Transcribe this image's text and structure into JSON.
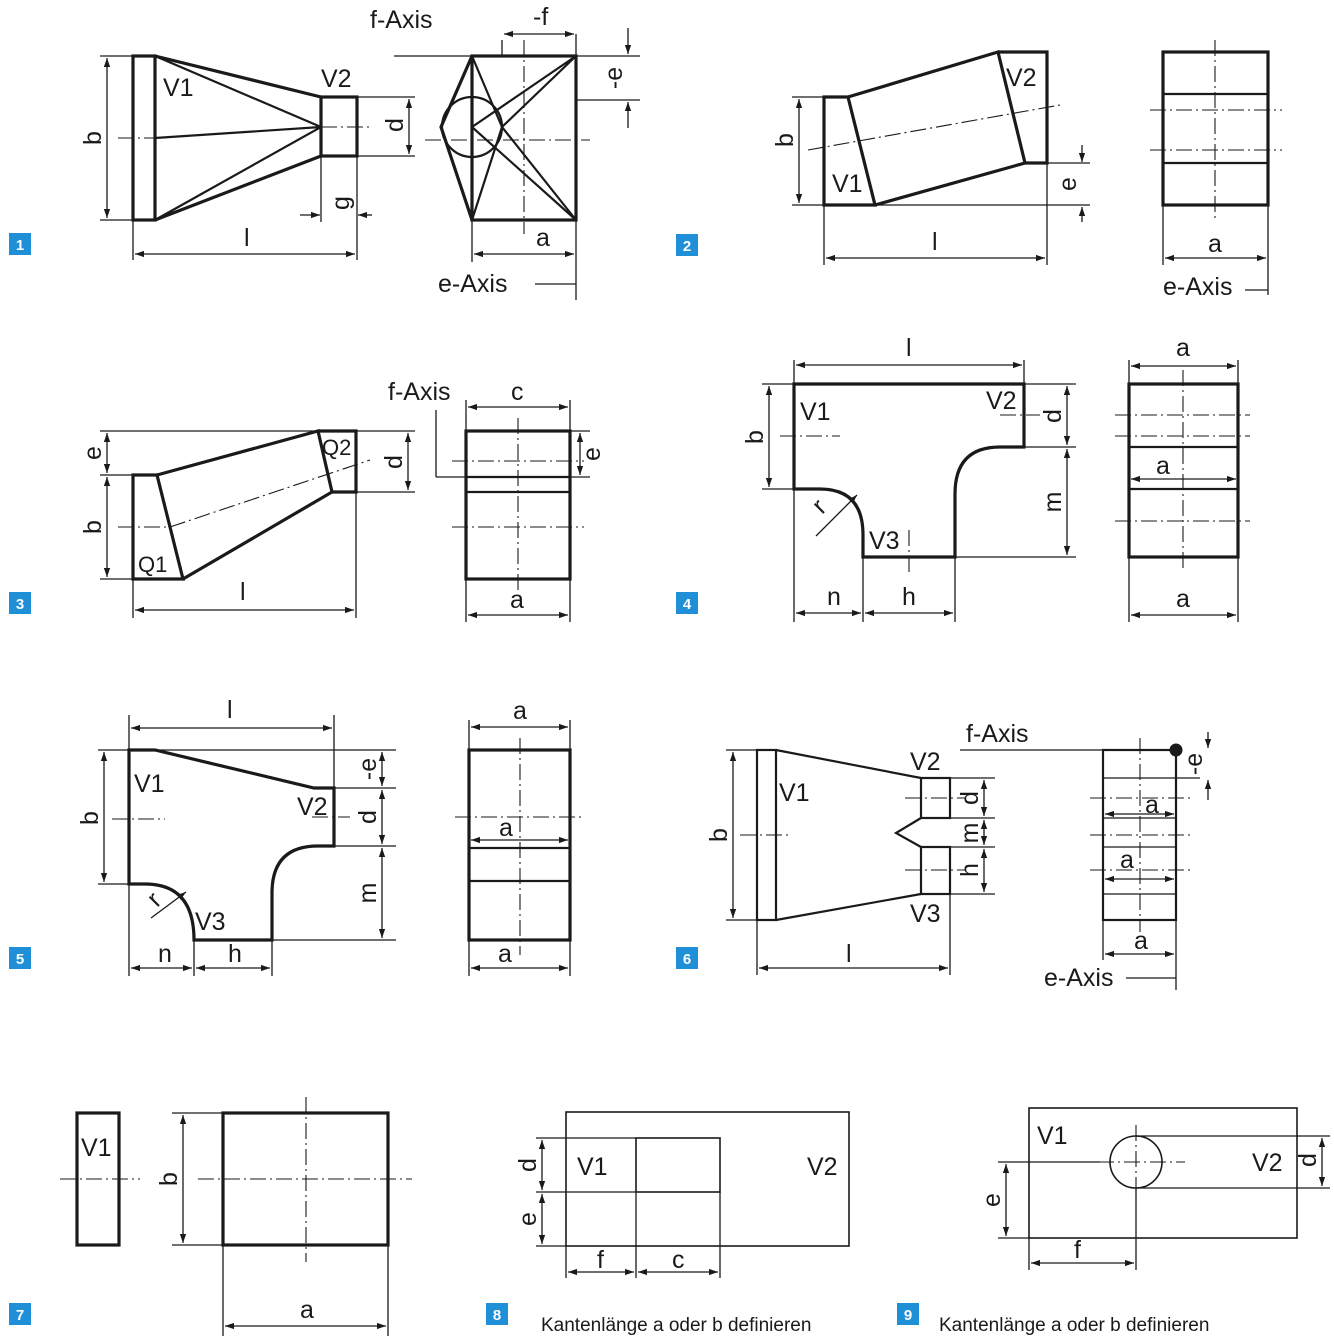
{
  "figures": {
    "1": {
      "number": "1",
      "labels": {
        "v1": "V1",
        "v2": "V2",
        "b": "b",
        "d": "d",
        "g": "g",
        "l": "l",
        "f_axis": "f-Axis",
        "minus_f": "-f",
        "minus_e": "-e",
        "a": "a",
        "e_axis": "e-Axis"
      }
    },
    "2": {
      "number": "2",
      "labels": {
        "v1": "V1",
        "v2": "V2",
        "b": "b",
        "e": "e",
        "l": "l",
        "a": "a",
        "e_axis": "e-Axis"
      }
    },
    "3": {
      "number": "3",
      "labels": {
        "q1": "Q1",
        "q2": "Q2",
        "e_left": "e",
        "b": "b",
        "d": "d",
        "l": "l",
        "f_axis": "f-Axis",
        "c": "c",
        "e_right": "e",
        "a": "a"
      }
    },
    "4": {
      "number": "4",
      "labels": {
        "l": "l",
        "v1": "V1",
        "v2": "V2",
        "v3": "V3",
        "b": "b",
        "d": "d",
        "m": "m",
        "r": "r",
        "n": "n",
        "h": "h",
        "a_top": "a",
        "a_mid": "a",
        "a_bottom": "a"
      }
    },
    "5": {
      "number": "5",
      "labels": {
        "l": "l",
        "v1": "V1",
        "v2": "V2",
        "v3": "V3",
        "b": "b",
        "minus_e": "-e",
        "d": "d",
        "m": "m",
        "r": "r",
        "n": "n",
        "h": "h",
        "a_top": "a",
        "a_mid": "a",
        "a_bottom": "a"
      }
    },
    "6": {
      "number": "6",
      "labels": {
        "v1": "V1",
        "v2": "V2",
        "v3": "V3",
        "b": "b",
        "d": "d",
        "m": "m",
        "h": "h",
        "l": "l",
        "f_axis": "f-Axis",
        "minus_e": "-e",
        "a1": "a",
        "a2": "a",
        "a3": "a",
        "e_axis": "e-Axis"
      }
    },
    "7": {
      "number": "7",
      "labels": {
        "v1": "V1",
        "b": "b",
        "a": "a"
      }
    },
    "8": {
      "number": "8",
      "labels": {
        "v1": "V1",
        "v2": "V2",
        "d": "d",
        "e": "e",
        "f": "f",
        "c": "c"
      },
      "note": "Kantenlänge a oder b definieren"
    },
    "9": {
      "number": "9",
      "labels": {
        "v1": "V1",
        "v2": "V2",
        "d": "d",
        "e": "e",
        "f": "f"
      },
      "note": "Kantenlänge a oder b definieren"
    }
  },
  "colors": {
    "badge": "#1f8fd8",
    "line": "#1a1a1a",
    "background": "#ffffff"
  }
}
